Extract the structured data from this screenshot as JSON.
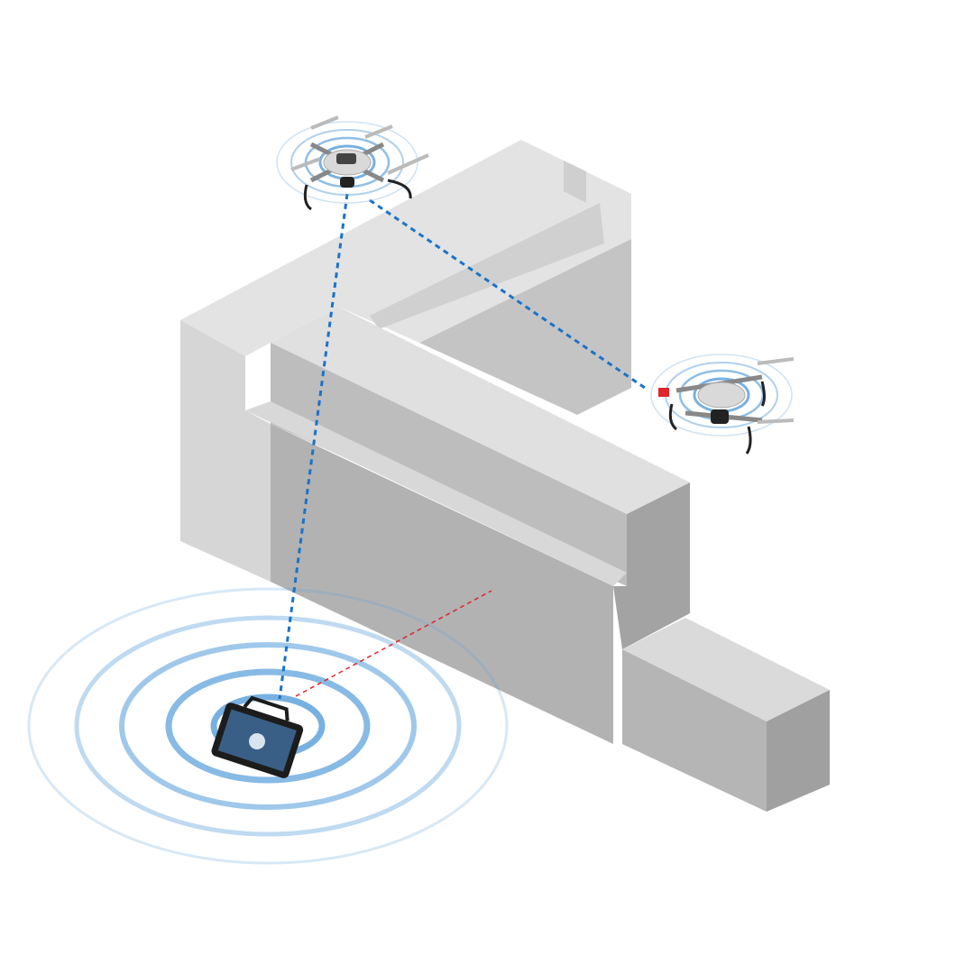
{
  "scene": {
    "elements": [
      {
        "name": "building",
        "icon": "building-icon"
      },
      {
        "name": "drone-top",
        "icon": "drone-icon"
      },
      {
        "name": "drone-right",
        "icon": "drone-icon"
      },
      {
        "name": "ground-controller",
        "icon": "tablet-icon"
      }
    ],
    "links": [
      {
        "from": "drone-top",
        "to": "ground-controller",
        "style": "dashed",
        "color": "#1a73c9"
      },
      {
        "from": "drone-top",
        "to": "drone-right",
        "style": "dashed",
        "color": "#1a73c9"
      },
      {
        "from": "ground-controller",
        "to": "building",
        "style": "dashed",
        "color": "#e0252b"
      }
    ]
  },
  "colors": {
    "signal": "#5fa3dc",
    "link_blue": "#1a73c9",
    "link_red": "#e0252b",
    "building_top": "#e2e2e2",
    "building_front": "#b4b4b4",
    "building_side": "#9e9e9e"
  }
}
